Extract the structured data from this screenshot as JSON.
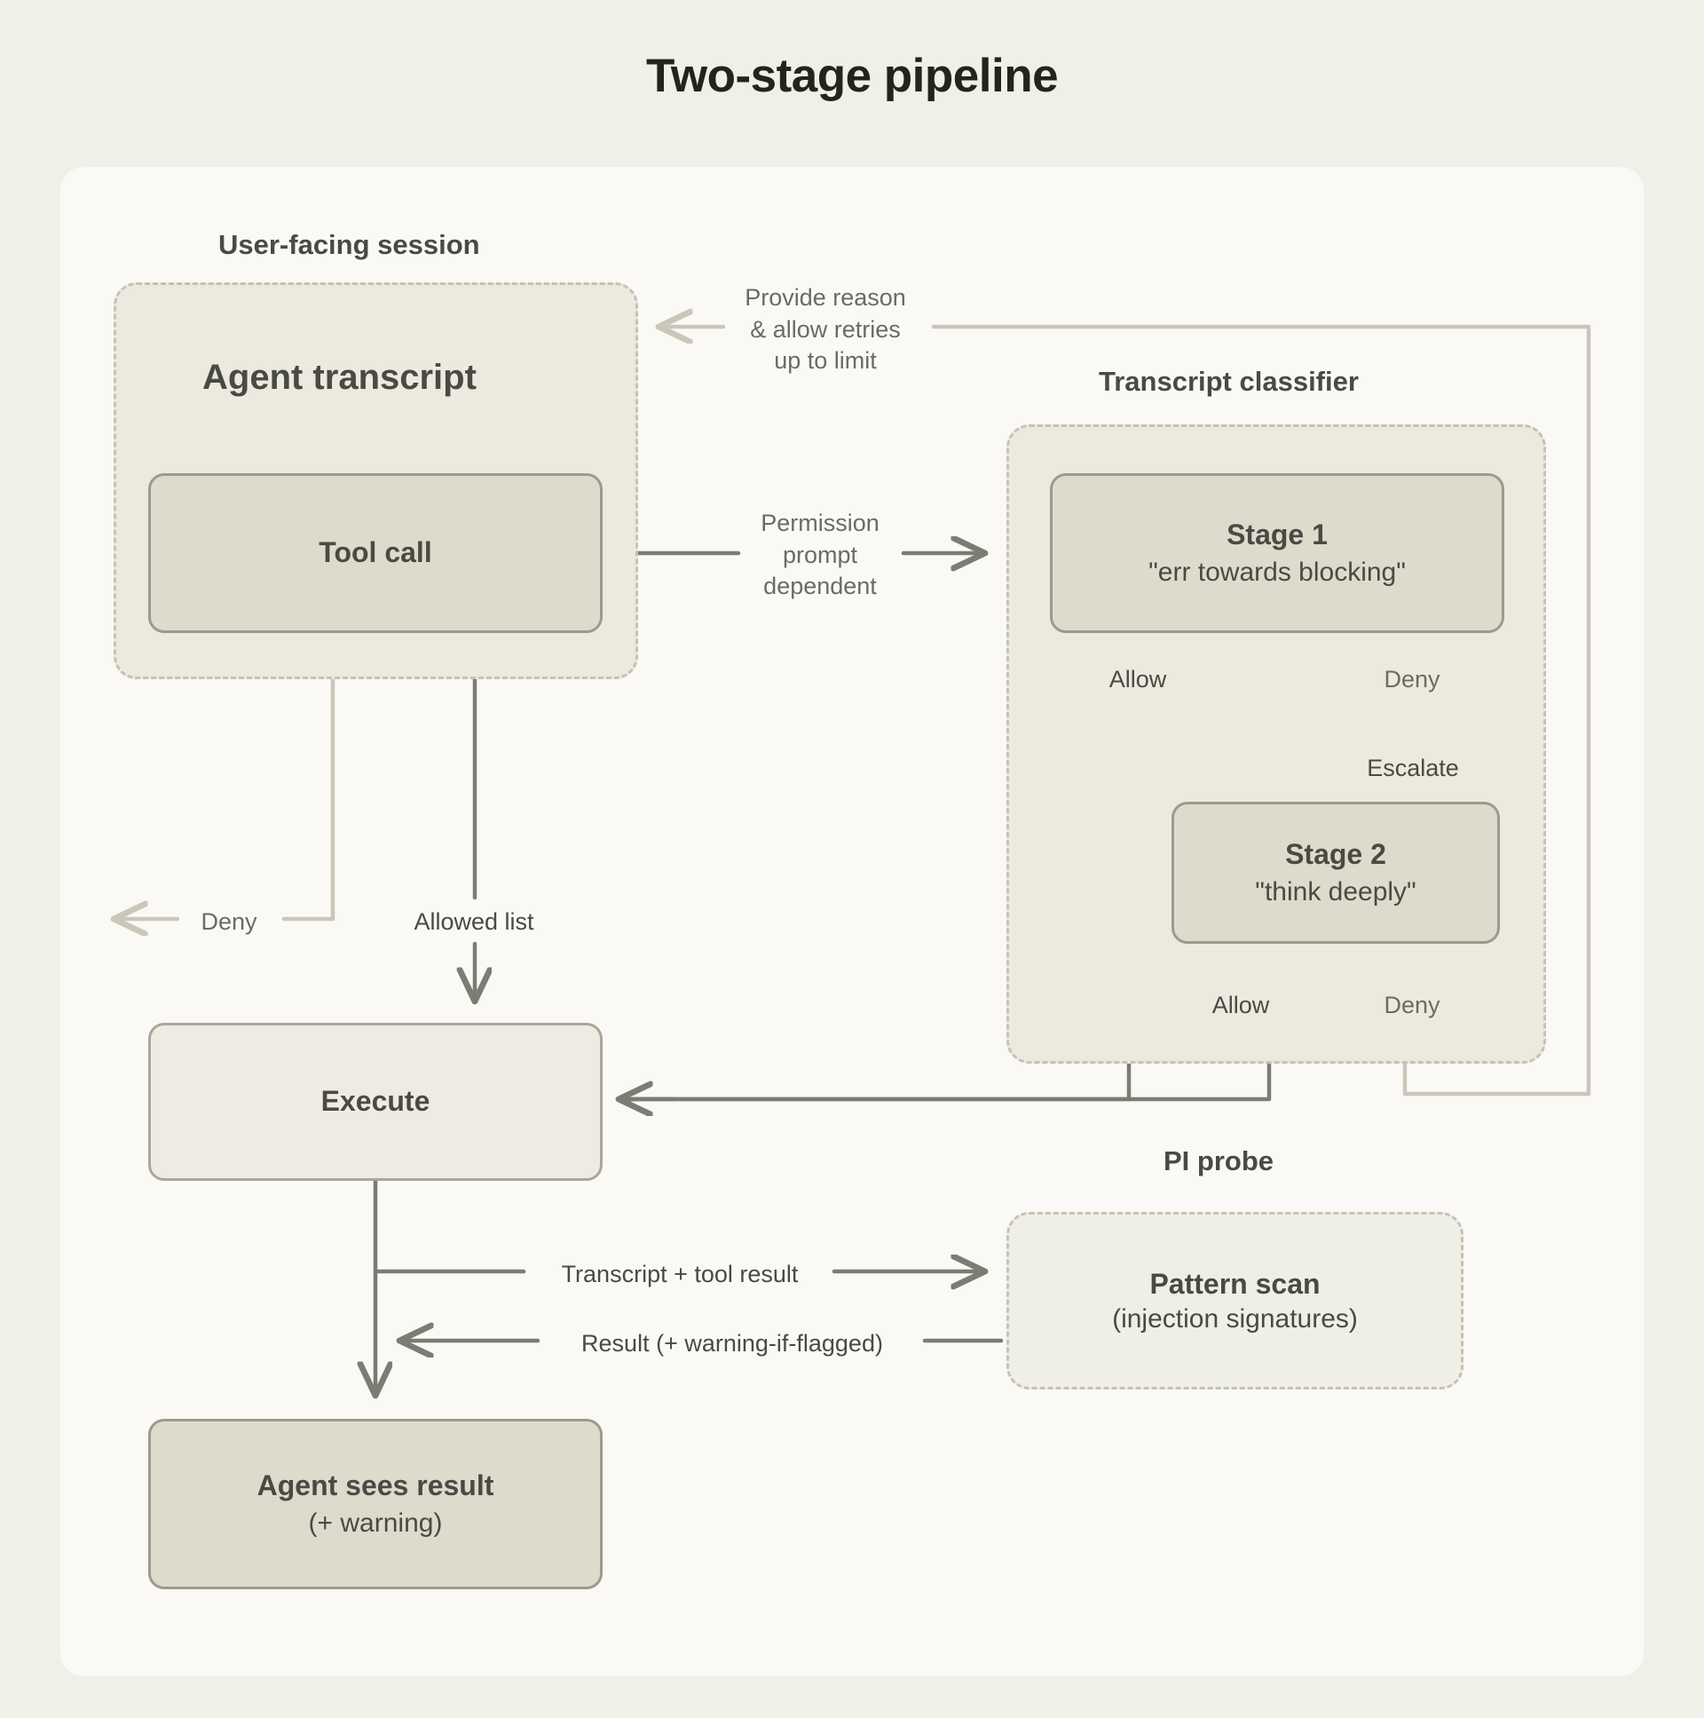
{
  "title": "Two-stage pipeline",
  "groups": {
    "user_facing": "User-facing session",
    "transcript_classifier": "Transcript classifier",
    "pi_probe": "PI probe"
  },
  "boxes": {
    "agent_transcript": "Agent transcript",
    "tool_call": "Tool call",
    "execute": "Execute",
    "agent_sees_result_title": "Agent sees result",
    "agent_sees_result_sub": "(+ warning)",
    "stage1_title": "Stage 1",
    "stage1_sub": "\"err towards blocking\"",
    "stage2_title": "Stage 2",
    "stage2_sub": "\"think deeply\"",
    "pattern_scan_title": "Pattern scan",
    "pattern_scan_sub": "(injection signatures)"
  },
  "edges": {
    "provide_reason": "Provide reason\n& allow retries\nup to limit",
    "permission_prompt": "Permission\nprompt\ndependent",
    "stage1_allow": "Allow",
    "stage1_deny": "Deny",
    "escalate": "Escalate",
    "stage2_allow": "Allow",
    "stage2_deny": "Deny",
    "tool_call_deny": "Deny",
    "allowed_list": "Allowed list",
    "transcript_tool_result": "Transcript + tool result",
    "result_warning": "Result (+ warning-if-flagged)"
  },
  "colors": {
    "page_background": "#f0f0e8",
    "card_background": "#faf9f5",
    "dashed_fill": "#eceade",
    "dashed_border": "#c4c3b4",
    "node_filled": "#dedbcc",
    "node_light": "#eeece2",
    "node_border": "#9c9a8c",
    "wire": "#7d7c73",
    "wire_light": "#c8c7ba",
    "text_dark": "#24241f",
    "text_body": "#4a4a44",
    "text_muted": "#6c6b62"
  }
}
